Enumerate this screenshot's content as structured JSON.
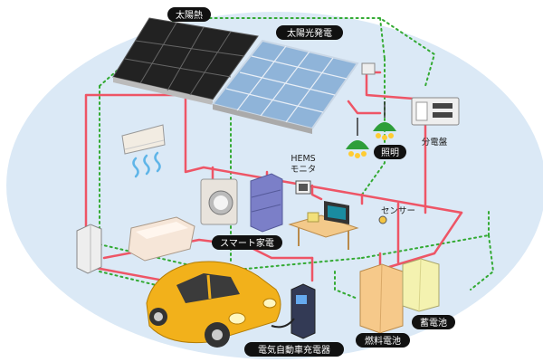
{
  "labels": {
    "solar_thermal": "太陽熱",
    "solar_power": "太陽光発電",
    "distribution_board": "分電盤",
    "lighting": "照明",
    "hems_monitor_line1": "HEMS",
    "hems_monitor_line2": "モニタ",
    "sensor": "センサー",
    "smart_appliances": "スマート家電",
    "ev_charger": "電気自動車充電器",
    "fuel_cell": "燃料電池",
    "storage_battery": "蓄電池"
  },
  "colors": {
    "background_ellipse": "#dbe9f6",
    "power_line": "#ee5566",
    "network_line": "#33aa33",
    "label_pill": "#111111",
    "solar_thermal_panel": "#111111",
    "solar_power_panel": "#8fb4d9",
    "car_body": "#f2b11b",
    "fuel_cell": "#f6c98a",
    "battery": "#f4f2b0"
  },
  "icons": {
    "solar_thermal": "solar-thermal-panel-icon",
    "solar_power": "solar-power-panel-icon",
    "air_conditioner": "air-conditioner-icon",
    "washer": "washing-machine-icon",
    "fridge": "refrigerator-icon",
    "bathtub": "bathtub-icon",
    "water_heater": "water-heater-icon",
    "hems": "hems-monitor-icon",
    "tv": "television-icon",
    "lamp": "ceiling-lamp-icon",
    "board": "distribution-board-icon",
    "sensor": "sensor-icon",
    "car": "electric-car-icon",
    "charger": "ev-charger-icon",
    "fuel_cell": "fuel-cell-unit-icon",
    "battery": "storage-battery-icon"
  }
}
